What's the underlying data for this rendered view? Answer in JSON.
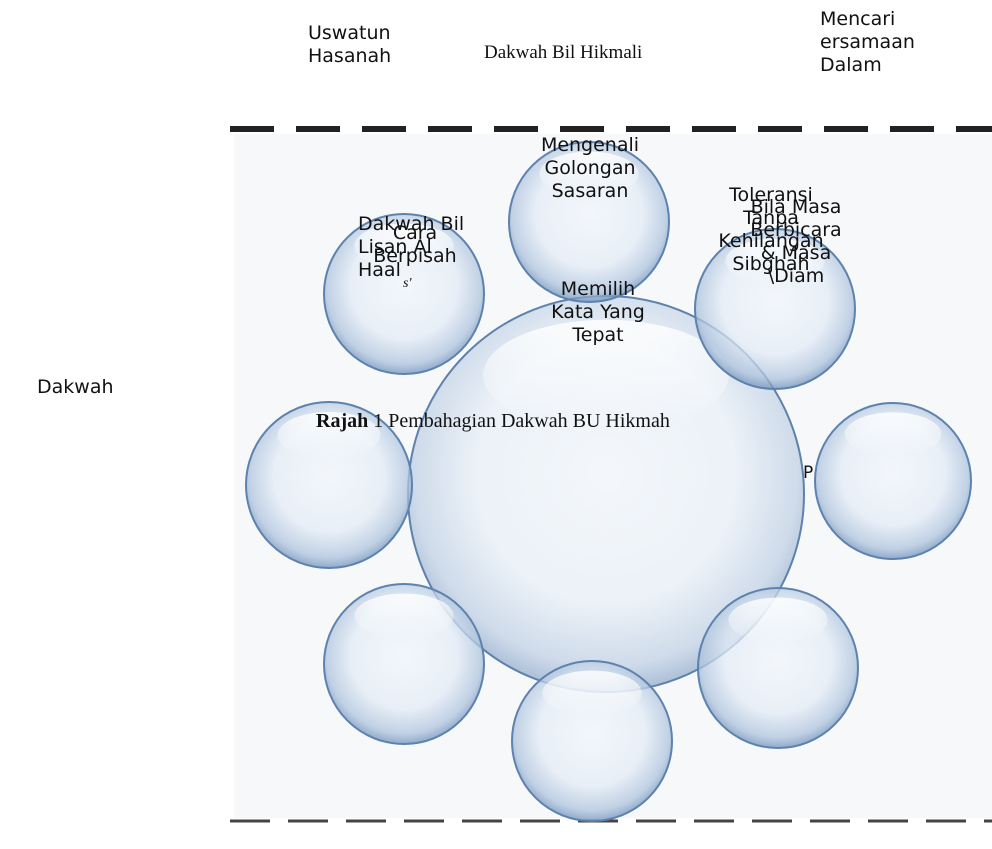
{
  "top": {
    "left_label": "Uswatun\nHasanah",
    "center_label": "Dakwah Bil Hikmali",
    "right_label": "Mencari\nersamaan\nDalam"
  },
  "side_label": "Dakwah",
  "circles": {
    "top": "Mengenali\nGolongan\nSasaran",
    "upper_left_a": "Dakwah Bil\nLisan Al\nHaal",
    "upper_left_b": "Cara\nBerpisah",
    "upper_left_mark": "s'",
    "upper_right_a": "Toleransi\nTanpa\nKehilangan\nSibghah",
    "upper_right_b": "Bila Masa\nBerbicara\n& Masa\n\\Diam",
    "center": "Memilih\nKata Yang\nTepat",
    "right_mark": "P"
  },
  "caption": {
    "bold": "Rajah",
    "rest": " 1 Pembahagian Dakwah BU Hikmah"
  },
  "colors": {
    "bubble_fill": "#dfe9f4",
    "bubble_edge": "#5d82ad",
    "dash": "#222222"
  }
}
